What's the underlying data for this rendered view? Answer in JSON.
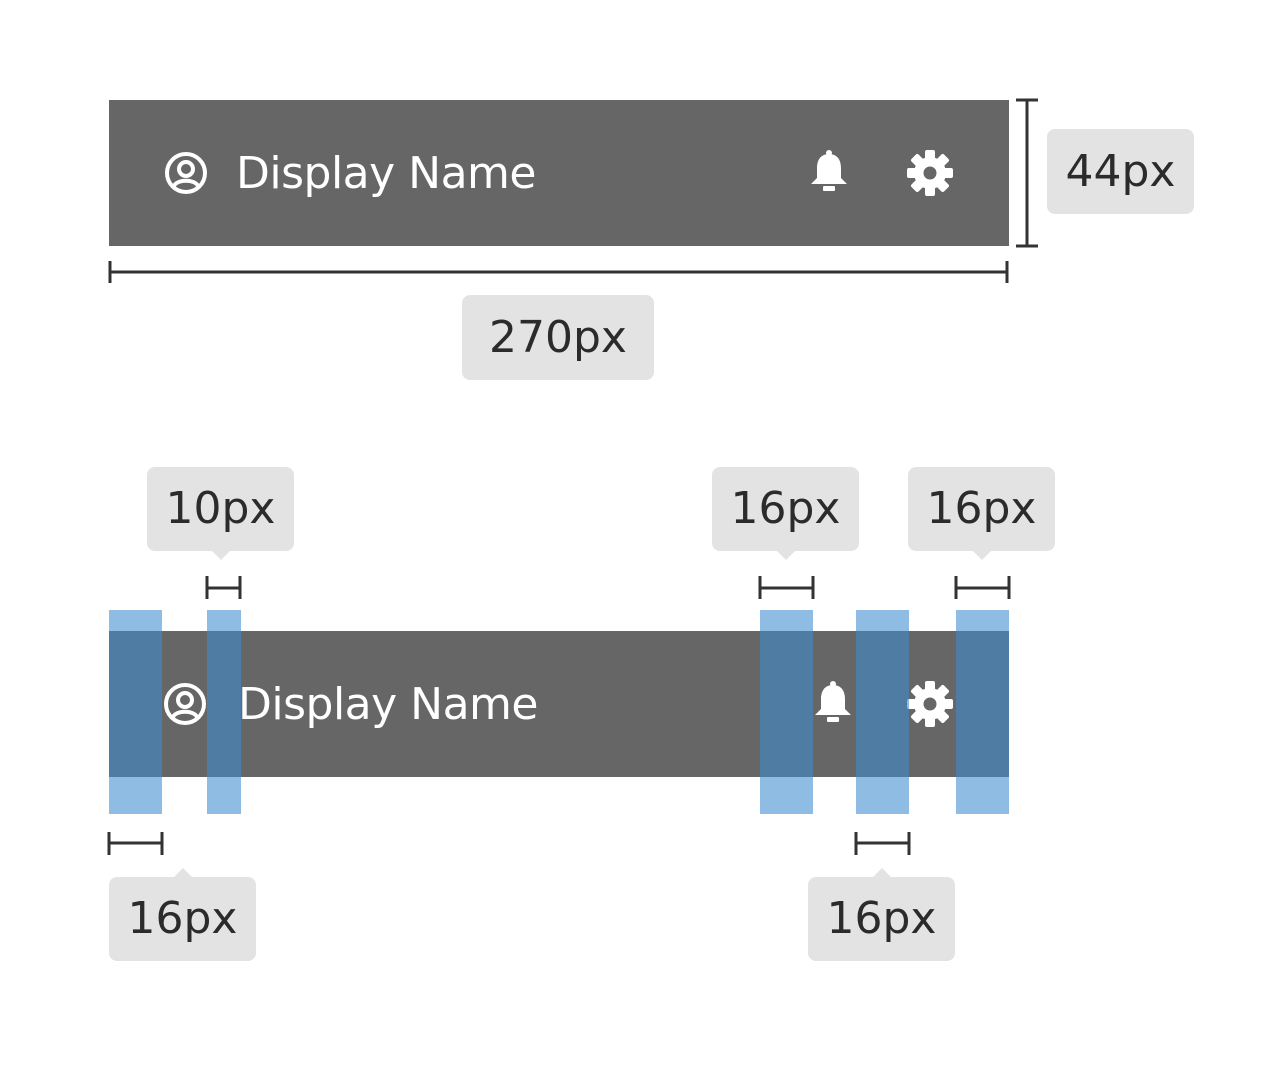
{
  "header_bar": {
    "display_name": "Display Name",
    "icons": [
      "user-circle-icon",
      "bell-icon",
      "gear-icon"
    ],
    "background_color": "#666666",
    "text_color": "#ffffff"
  },
  "measurements": {
    "height_label": "44px",
    "width_label": "270px",
    "user_icon_gap_label": "10px",
    "bell_padding_label": "16px",
    "right_padding_label": "16px",
    "left_padding_label": "16px",
    "icon_spacing_label": "16px"
  },
  "colors": {
    "label_background": "#e3e3e3",
    "spacing_overlay": "#5a9fd4",
    "dimension_line": "#333333"
  }
}
